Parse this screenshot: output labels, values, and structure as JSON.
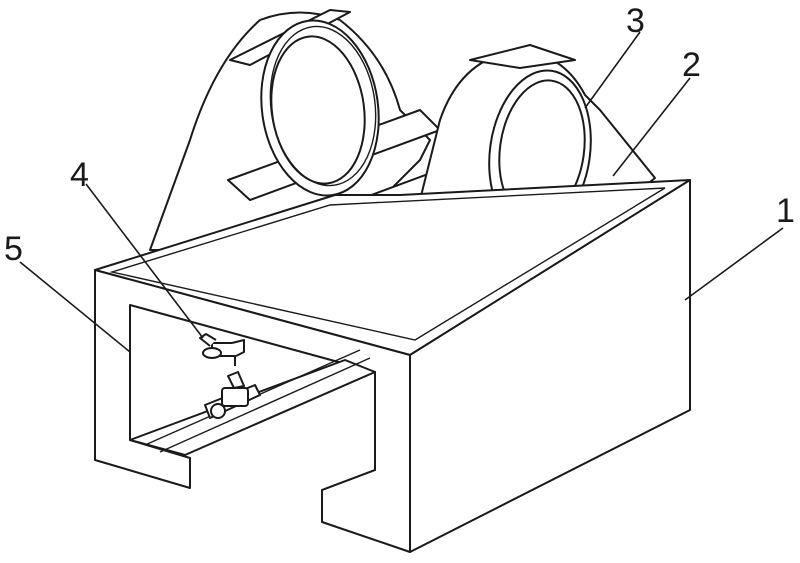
{
  "figure": {
    "callouts": {
      "c1": "1",
      "c2": "2",
      "c3": "3",
      "c4": "4",
      "c5": "5"
    }
  }
}
